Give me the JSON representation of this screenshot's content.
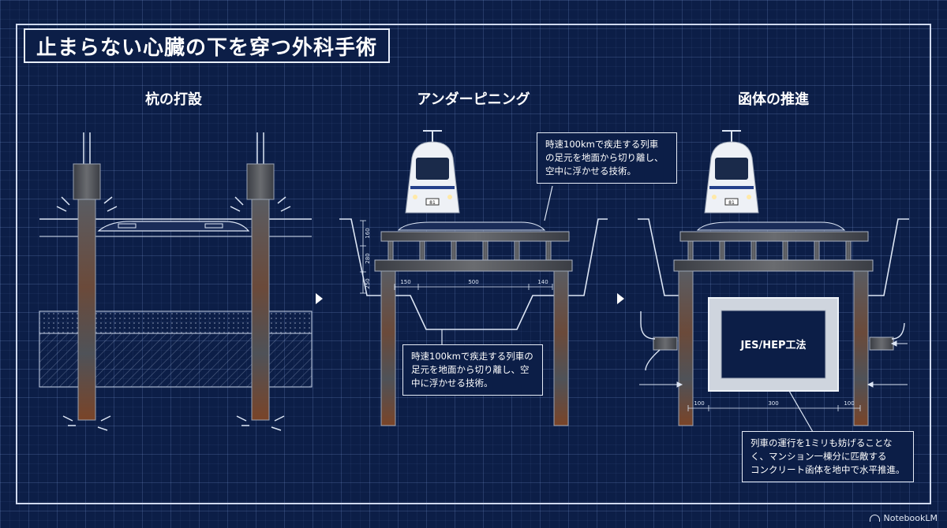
{
  "title": "止まらない心臓の下を穿つ外科手術",
  "panels": [
    {
      "title": "杭の打設"
    },
    {
      "title": "アンダーピニング"
    },
    {
      "title": "函体の推進"
    }
  ],
  "notes": {
    "top": [
      "時速100kmで疾走する列車",
      "の足元を地面から切り離し、",
      "空中に浮かせる技術。"
    ],
    "middle": [
      "時速100kmで疾走する列車の",
      "足元を地面から切り離し、空",
      "中に浮かせる技術。"
    ],
    "bottom": [
      "列車の運行を1ミリも妨げることな",
      "く、マンション一棟分に匹敵する",
      "コンクリート函体を地中で水平推進。"
    ]
  },
  "box_label": "JES/HEP工法",
  "train_number": "81",
  "dimensions": {
    "panel2_bottom": [
      "150",
      "500",
      "140"
    ],
    "panel2_side": [
      "160",
      "280",
      "250"
    ],
    "panel3_bottom": [
      "100",
      "300",
      "100"
    ]
  },
  "brand": "NotebookLM",
  "colors": {
    "background": "#0c1e47",
    "steel": "#4a4e55",
    "rust": "#8a4a2a",
    "line": "#e6ecf7"
  }
}
